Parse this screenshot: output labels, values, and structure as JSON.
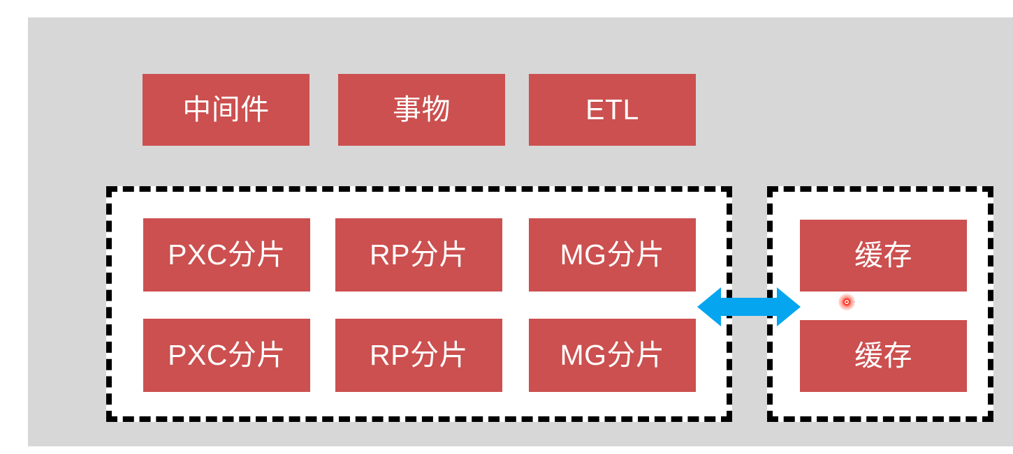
{
  "canvas": {
    "background_color": "#d7d7d7",
    "page_background_color": "#ffffff"
  },
  "colors": {
    "box_red": "#cb504f",
    "box_text": "#ffffff",
    "panel_border": "#000000",
    "panel_fill": "#ffffff",
    "arrow_blue": "#05a5f0",
    "cursor_dot": "#e8301c"
  },
  "top_row": {
    "boxes": [
      {
        "label": "中间件",
        "name": "box-middleware"
      },
      {
        "label": "事物",
        "name": "box-transaction"
      },
      {
        "label": "ETL",
        "name": "box-etl"
      }
    ]
  },
  "shard_panel": {
    "border_style": "dashed",
    "rows": [
      {
        "boxes": [
          {
            "label": "PXC分片"
          },
          {
            "label": "RP分片"
          },
          {
            "label": "MG分片"
          }
        ]
      },
      {
        "boxes": [
          {
            "label": "PXC分片"
          },
          {
            "label": "RP分片"
          },
          {
            "label": "MG分片"
          }
        ]
      }
    ]
  },
  "cache_panel": {
    "border_style": "dashed",
    "boxes": [
      {
        "label": "缓存"
      },
      {
        "label": "缓存"
      }
    ]
  },
  "connector": {
    "icon": "double-headed-arrow-icon",
    "direction": "bidirectional",
    "color": "#05a5f0"
  },
  "cursor": {
    "icon": "cursor-dot-icon",
    "color": "#e8301c"
  }
}
